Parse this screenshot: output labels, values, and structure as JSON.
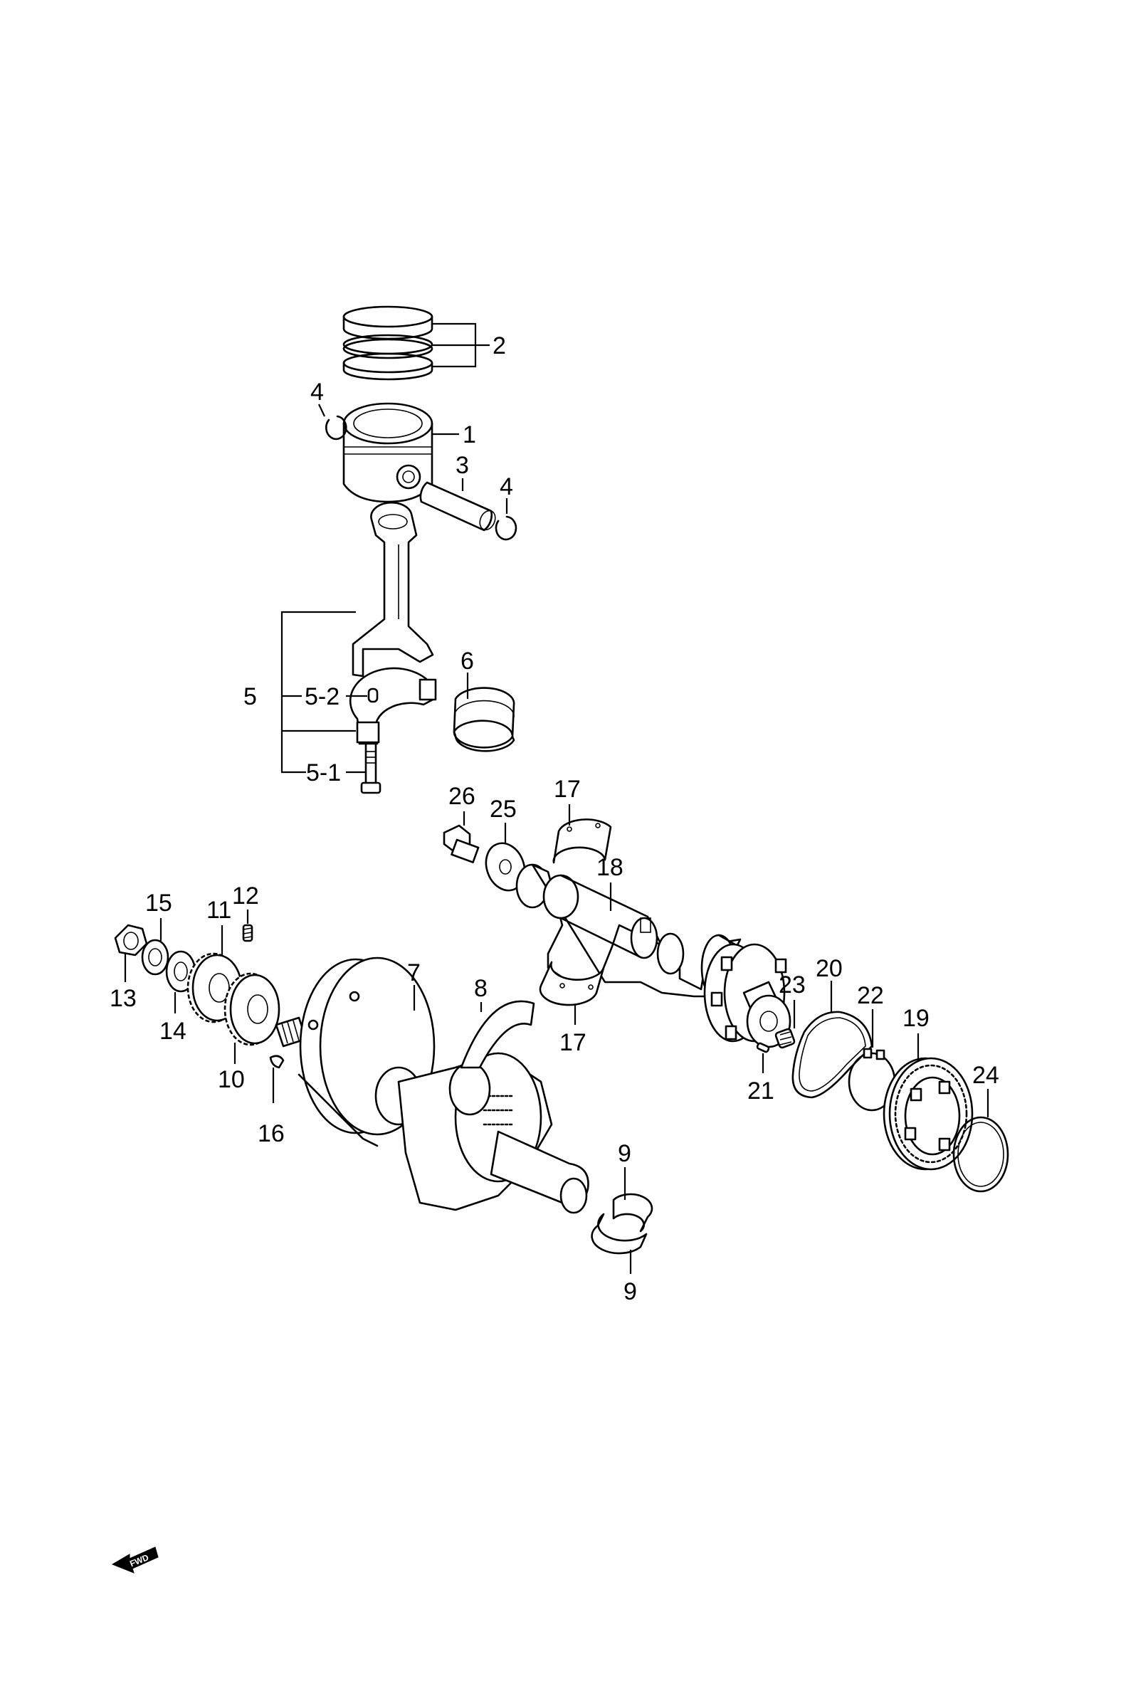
{
  "diagram": {
    "callouts": {
      "c1": "1",
      "c2": "2",
      "c3": "3",
      "c4a": "4",
      "c4b": "4",
      "c5": "5",
      "c5_1": "5-1",
      "c5_2": "5-2",
      "c6": "6",
      "c7": "7",
      "c8": "8",
      "c9a": "9",
      "c9b": "9",
      "c10": "10",
      "c11": "11",
      "c12": "12",
      "c13": "13",
      "c14": "14",
      "c15": "15",
      "c16": "16",
      "c17a": "17",
      "c17b": "17",
      "c18": "18",
      "c19": "19",
      "c20": "20",
      "c21": "21",
      "c22": "22",
      "c23": "23",
      "c24": "24",
      "c25": "25",
      "c26": "26"
    },
    "fwd_label": "FWD"
  }
}
